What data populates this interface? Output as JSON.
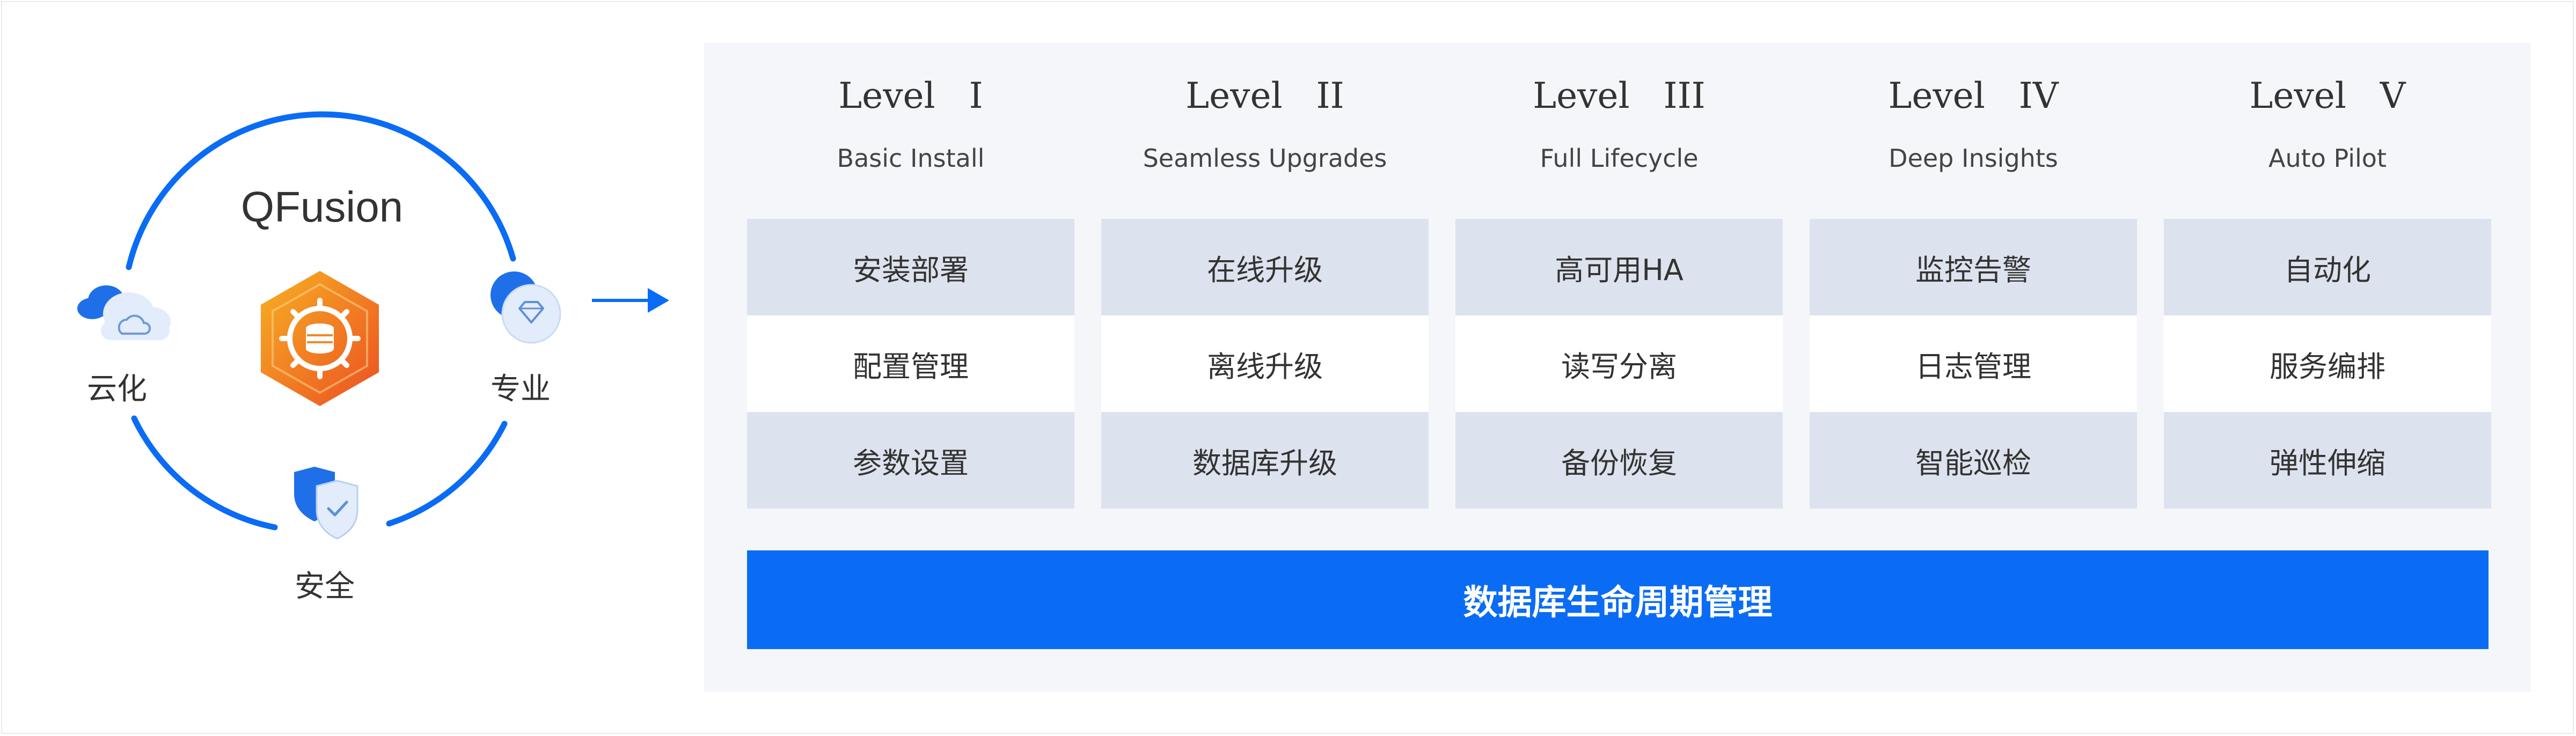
{
  "brand": {
    "title": "QFusion",
    "accent_color": "#0a6cf4",
    "logo_colors": [
      "#f7a51e",
      "#ee5b23"
    ]
  },
  "nodes": {
    "cloud": {
      "label": "云化",
      "icon": "cloud-icon"
    },
    "professional": {
      "label": "专业",
      "icon": "diamond-icon"
    },
    "security": {
      "label": "安全",
      "icon": "shield-icon"
    }
  },
  "arrow": {
    "icon": "arrow-right-icon"
  },
  "levels": [
    {
      "title": "Level   I",
      "subtitle": "Basic Install",
      "items": [
        "安装部署",
        "配置管理",
        "参数设置"
      ]
    },
    {
      "title": "Level   II",
      "subtitle": "Seamless Upgrades",
      "items": [
        "在线升级",
        "离线升级",
        "数据库升级"
      ]
    },
    {
      "title": "Level   III",
      "subtitle": "Full Lifecycle",
      "items": [
        "高可用HA",
        "读写分离",
        "备份恢复"
      ]
    },
    {
      "title": "Level   IV",
      "subtitle": "Deep Insights",
      "items": [
        "监控告警",
        "日志管理",
        "智能巡检"
      ]
    },
    {
      "title": "Level   V",
      "subtitle": "Auto Pilot",
      "items": [
        "自动化",
        "服务编排",
        "弹性伸缩"
      ]
    }
  ],
  "footer_bar": {
    "label": "数据库生命周期管理"
  }
}
